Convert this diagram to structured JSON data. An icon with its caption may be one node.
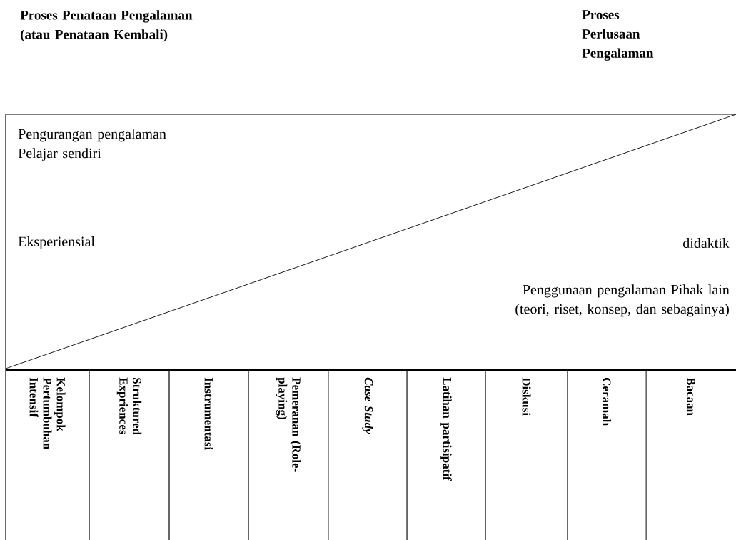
{
  "diagram": {
    "labels": [
      "Proses Penataan Pengalaman (atau Penataan Kembali)",
      "Proses Perlusaan Pengalaman",
      "Pengurangan pengalaman Pelajar sendiri",
      "Eksperiensial",
      "didaktik",
      "Penggunaan pengalaman Pihak lain (teori, riset, konsep, dan sebagainya)",
      "Kelompok Pertumbuhan Intensif",
      "Struktured Expriences",
      "Instrumentasi",
      "Pemeranan (Role-playing)",
      "Case Study",
      "Latihan partisipatif",
      "Diskusi",
      "Ceramah",
      "Bacaan"
    ]
  }
}
